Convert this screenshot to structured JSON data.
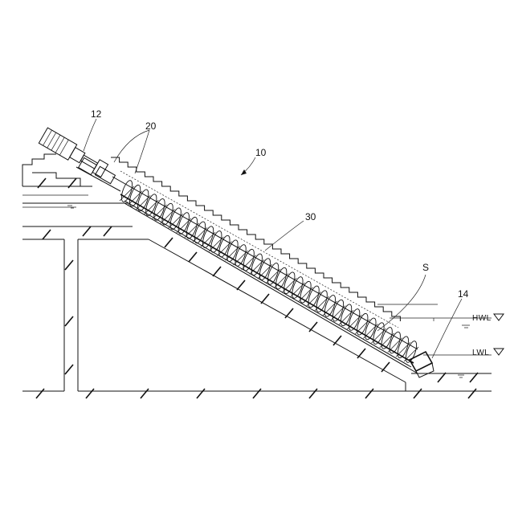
{
  "labels": {
    "motor": "12",
    "drive": "20",
    "assembly": "10",
    "screw": "30",
    "fluid": "S",
    "lower_bearing": "14",
    "hwl": "HWL",
    "lwl": "LWL"
  }
}
